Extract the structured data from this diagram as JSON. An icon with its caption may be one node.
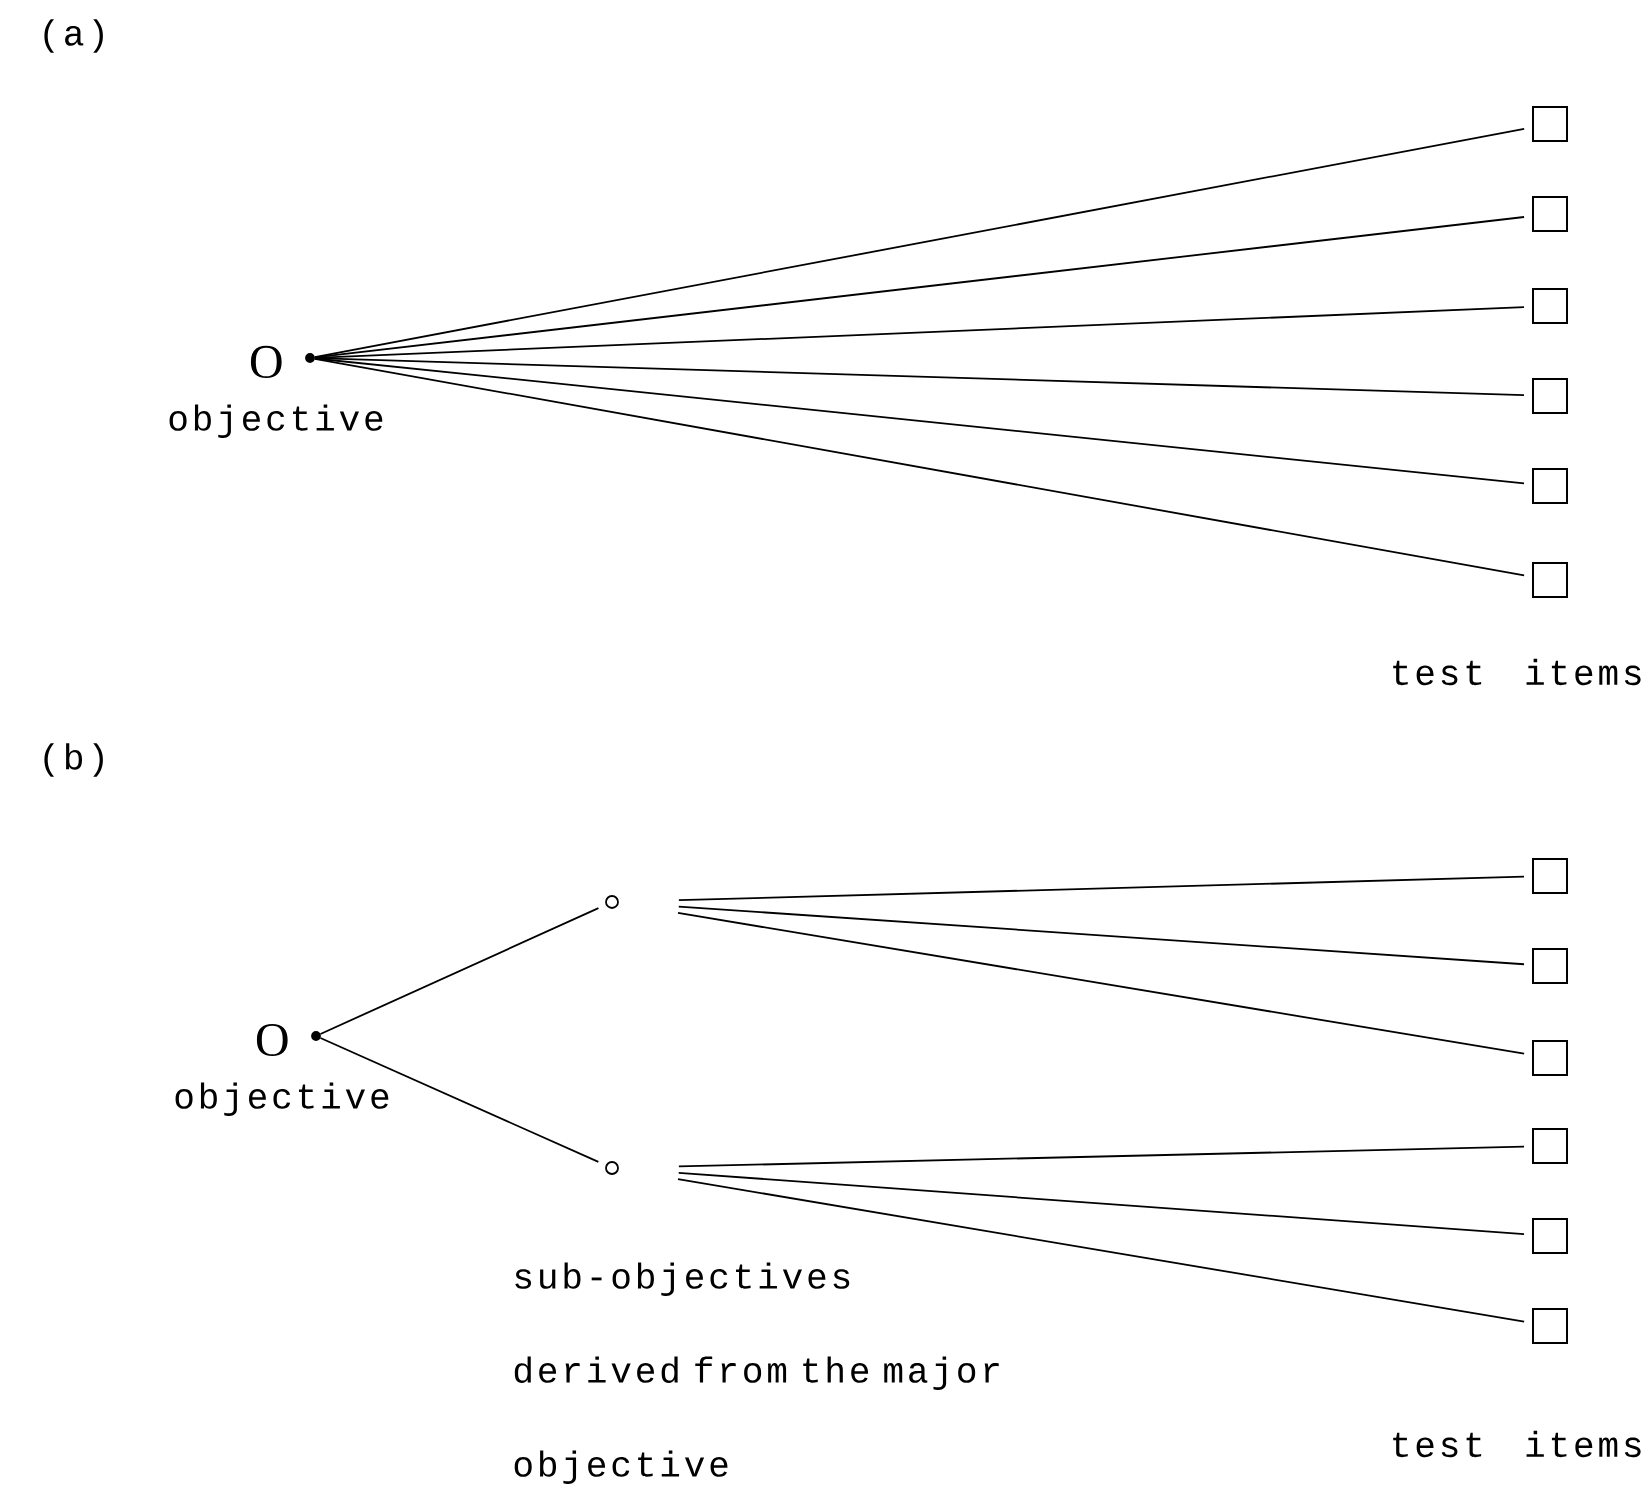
{
  "diagram": {
    "nodes": [
      {
        "text": [],
        "shape": "circle",
        "beside": [
          "O",
          "objective"
        ]
      },
      {
        "text": [],
        "shape": "box"
      },
      {
        "text": [],
        "shape": "box"
      },
      {
        "text": [],
        "shape": "box"
      },
      {
        "text": [],
        "shape": "box"
      },
      {
        "text": [],
        "shape": "box"
      },
      {
        "text": [],
        "shape": "box"
      },
      {
        "text": [],
        "shape": "circle",
        "beside": [
          "O",
          "objective"
        ]
      },
      {
        "text": [],
        "shape": "circle"
      },
      {
        "text": [],
        "shape": "circle"
      },
      {
        "text": [],
        "shape": "box"
      },
      {
        "text": [],
        "shape": "box"
      },
      {
        "text": [],
        "shape": "box"
      },
      {
        "text": [],
        "shape": "box"
      },
      {
        "text": [],
        "shape": "box"
      },
      {
        "text": [],
        "shape": "box"
      }
    ],
    "edges": [
      {
        "from": 0,
        "to": 1,
        "arrow": "none"
      },
      {
        "from": 0,
        "to": 2,
        "arrow": "none"
      },
      {
        "from": 0,
        "to": 3,
        "arrow": "none"
      },
      {
        "from": 0,
        "to": 4,
        "arrow": "none"
      },
      {
        "from": 0,
        "to": 5,
        "arrow": "none"
      },
      {
        "from": 0,
        "to": 6,
        "arrow": "none"
      },
      {
        "from": 7,
        "to": 8,
        "arrow": "none"
      },
      {
        "from": 7,
        "to": 9,
        "arrow": "none"
      },
      {
        "from": 8,
        "to": 10,
        "arrow": "none"
      },
      {
        "from": 8,
        "to": 11,
        "arrow": "none"
      },
      {
        "from": 8,
        "to": 12,
        "arrow": "none"
      },
      {
        "from": 9,
        "to": 13,
        "arrow": "none"
      },
      {
        "from": 9,
        "to": 14,
        "arrow": "none"
      },
      {
        "from": 9,
        "to": 15,
        "arrow": "none"
      }
    ],
    "labels": [
      "(a)",
      "test items",
      "(b)",
      "sub-objectives derived from the major objective",
      "test items"
    ]
  }
}
